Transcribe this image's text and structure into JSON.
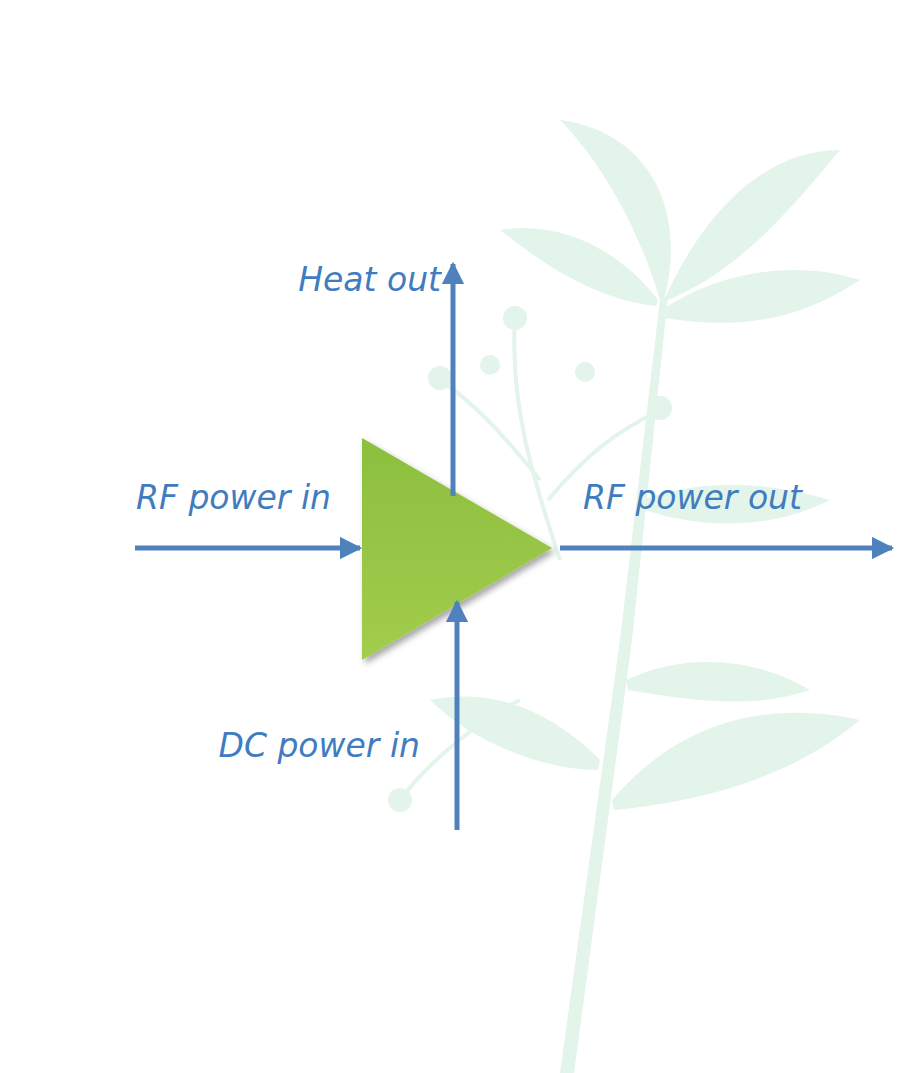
{
  "diagram": {
    "labels": [
      "Heat out",
      "RF power in",
      "RF power out",
      "DC power in"
    ]
  }
}
